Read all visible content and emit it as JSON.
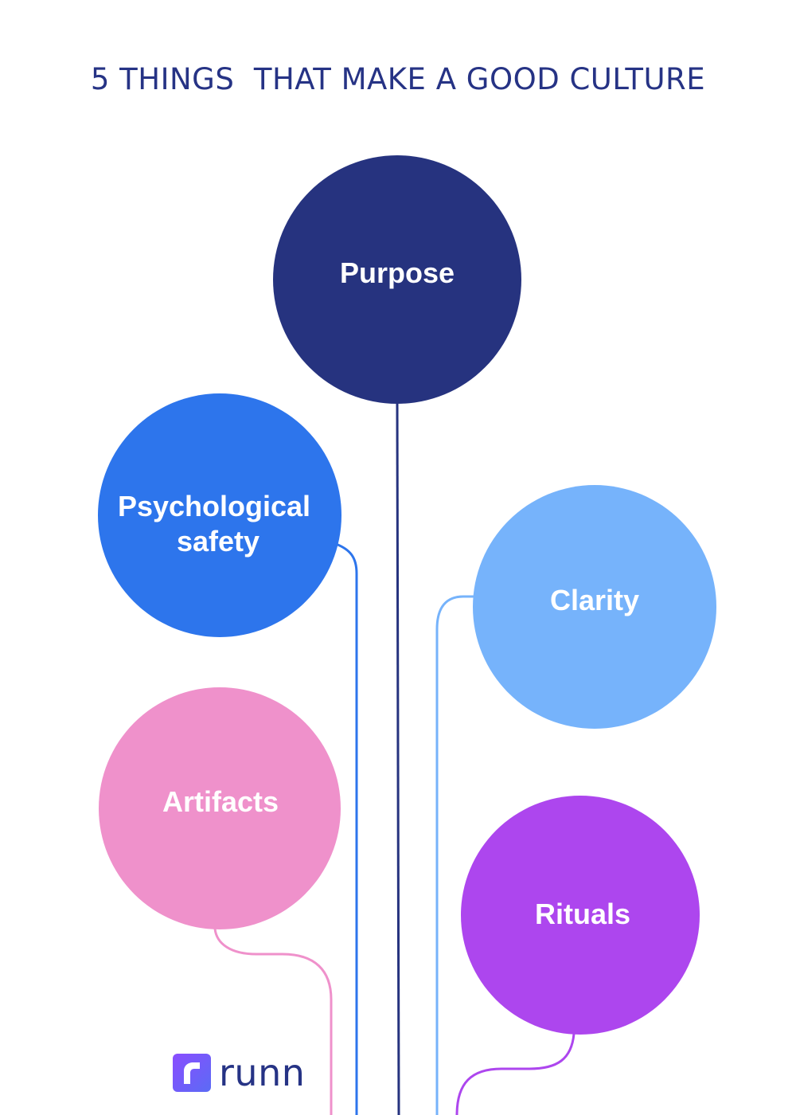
{
  "title": "5 THINGS  THAT MAKE A GOOD CULTURE",
  "colors": {
    "title": "#263385",
    "background": "#ffffff",
    "logo_text": "#263385",
    "logo_gradient_start": "#8a4dff",
    "logo_gradient_end": "#5b6bf5"
  },
  "nodes": [
    {
      "id": "purpose",
      "label_lines": [
        "Purpose"
      ],
      "color": "#26337f"
    },
    {
      "id": "psychological-safety",
      "label_lines": [
        "Psychological",
        "safety"
      ],
      "color": "#2d75ec"
    },
    {
      "id": "clarity",
      "label_lines": [
        "Clarity"
      ],
      "color": "#76b3fb"
    },
    {
      "id": "artifacts",
      "label_lines": [
        "Artifacts"
      ],
      "color": "#ef91cb"
    },
    {
      "id": "rituals",
      "label_lines": [
        "Rituals"
      ],
      "color": "#ad46ee"
    }
  ],
  "logo": {
    "text": "runn",
    "icon": "runn-logo-icon"
  }
}
